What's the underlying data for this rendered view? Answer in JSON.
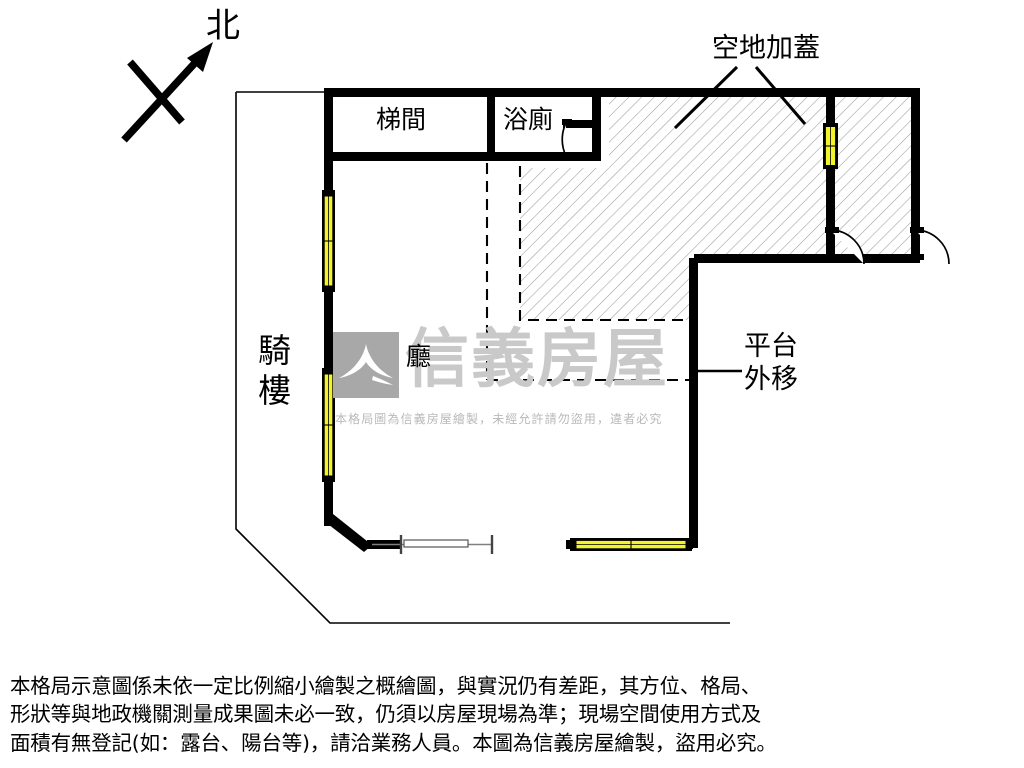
{
  "document": {
    "type": "floor-plan",
    "orientation_label": "北"
  },
  "compass": {
    "north_label": "北"
  },
  "rooms": [
    {
      "key": "stair",
      "label": "梯間"
    },
    {
      "key": "bath",
      "label": "浴廁"
    },
    {
      "key": "arcade",
      "label": "騎樓"
    },
    {
      "key": "hall",
      "label": "廳"
    }
  ],
  "annotations": [
    {
      "key": "cover",
      "label": "空地加蓋"
    },
    {
      "key": "platform",
      "label": "平台外移"
    }
  ],
  "labels": {
    "stair": "梯間",
    "bath": "浴廁",
    "arcade": "騎\n樓",
    "hall": "廳",
    "cover": "空地加蓋",
    "platform": "平台\n外移"
  },
  "watermark": {
    "brand": "信義房屋",
    "notice": "本格局圖為信義房屋繪製，未經允許請勿盜用，違者必究"
  },
  "disclaimer": {
    "line1": "本格局示意圖係未依一定比例縮小繪製之概繪圖，與實況仍有差距，其方位、格局、",
    "line2": "形狀等與地政機關測量成果圖未必一致，仍須以房屋現場為準；現場空間使用方式及",
    "line3": "面積有無登記(如：露台、陽台等)，請洽業務人員。本圖為信義房屋繪製，盜用必究。"
  },
  "colors": {
    "wall": "#000000",
    "window": "#f3f32b",
    "hatch": "#8c8c8c",
    "outline": "#000000",
    "watermark_gray": "#c9c9c9",
    "background": "#ffffff"
  },
  "elements": {
    "windows_count": 4,
    "doors_count": 3,
    "hatched_region_label": "空地加蓋",
    "sliding_door_label": ""
  }
}
